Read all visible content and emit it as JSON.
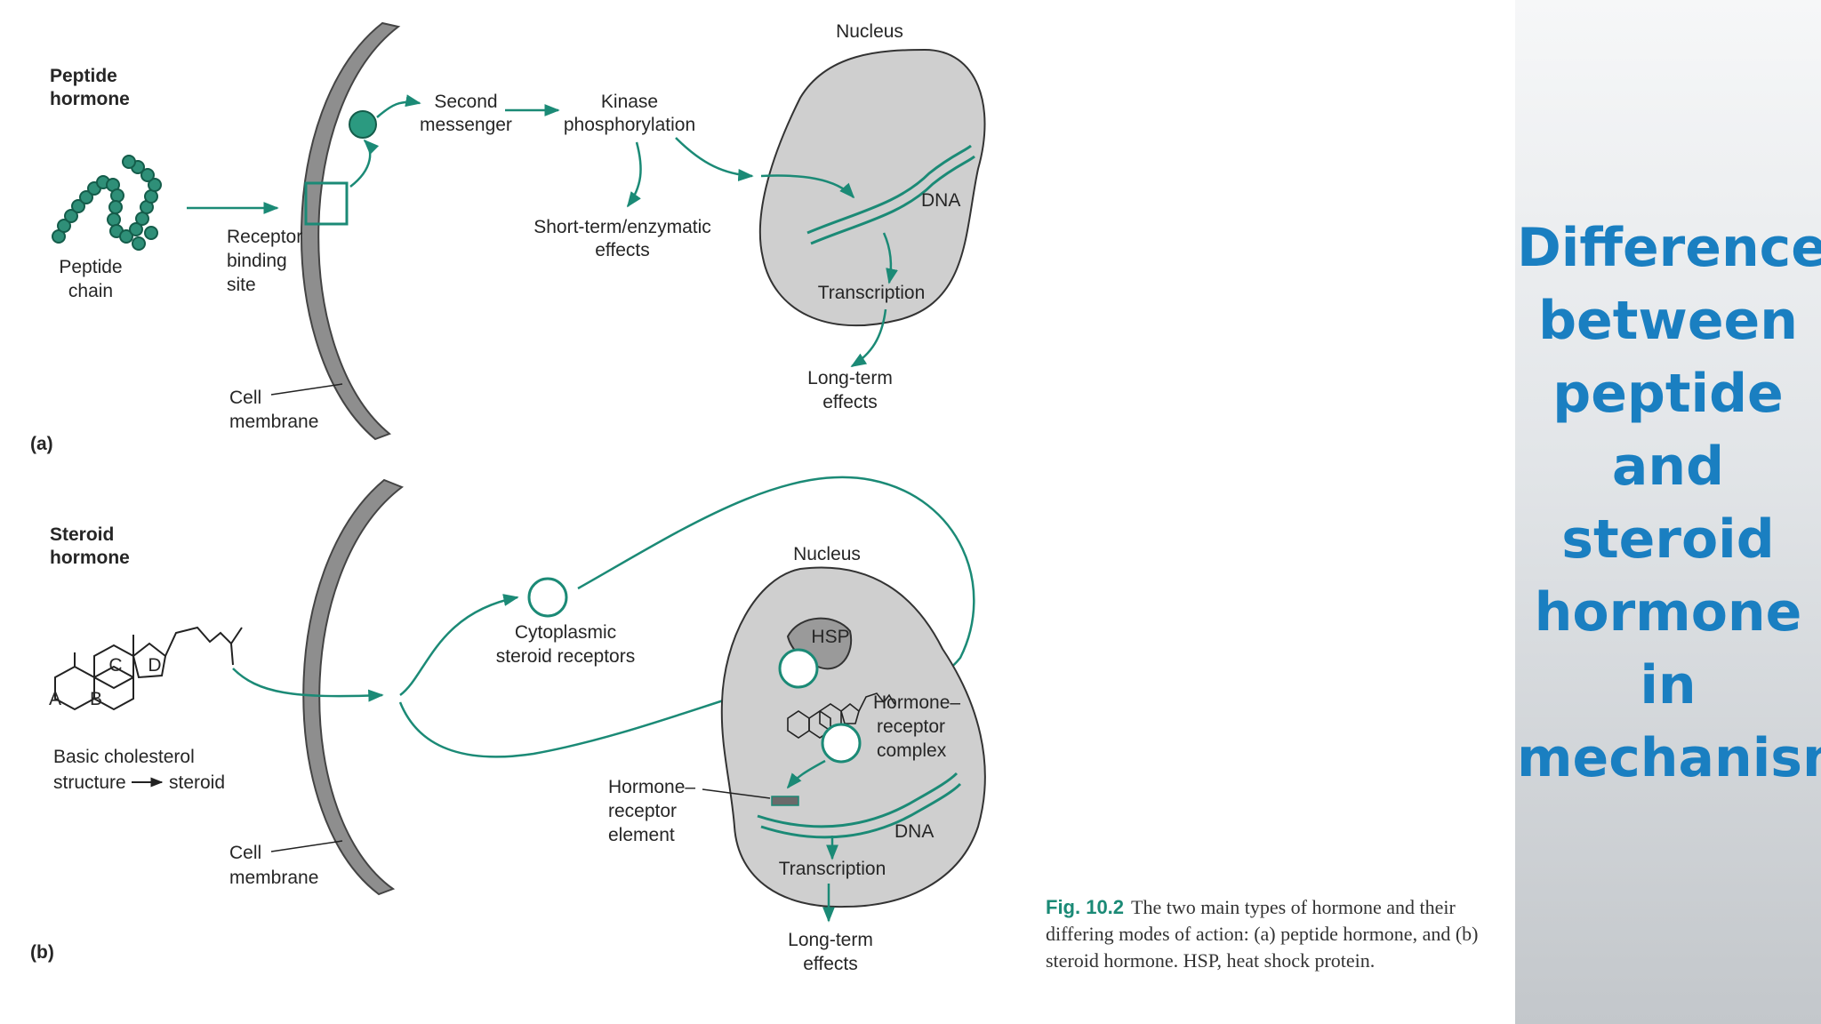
{
  "slide": {
    "title": "Difference between peptide and steroid hormone in mechanism",
    "bg_color": "#eef0f2",
    "title_color": "#1a7fc1"
  },
  "figure": {
    "accent_color": "#1b8a76",
    "panel_a": {
      "tag": "(a)",
      "hormone_line1": "Peptide",
      "hormone_line2": "hormone",
      "peptide_line1": "Peptide",
      "peptide_line2": "chain",
      "receptor_line1": "Receptor",
      "receptor_line2": "binding",
      "receptor_line3": "site",
      "second_line1": "Second",
      "second_line2": "messenger",
      "kinase_line1": "Kinase",
      "kinase_line2": "phosphorylation",
      "short_line1": "Short-term/enzymatic",
      "short_line2": "effects",
      "nucleus": "Nucleus",
      "dna": "DNA",
      "transcription": "Transcription",
      "long_line1": "Long-term",
      "long_line2": "effects",
      "membrane_line1": "Cell",
      "membrane_line2": "membrane"
    },
    "panel_b": {
      "tag": "(b)",
      "hormone_line1": "Steroid",
      "hormone_line2": "hormone",
      "rings": [
        "A",
        "B",
        "C",
        "D"
      ],
      "chol_line1": "Basic cholesterol",
      "chol_line2a": "structure",
      "chol_line2b": "steroid",
      "cyto_line1": "Cytoplasmic",
      "cyto_line2": "steroid receptors",
      "nucleus": "Nucleus",
      "hsp": "HSP",
      "complex_line1": "Hormone–",
      "complex_line2": "receptor",
      "complex_line3": "complex",
      "element_line1": "Hormone–",
      "element_line2": "receptor",
      "element_line3": "element",
      "dna": "DNA",
      "transcription": "Transcription",
      "long_line1": "Long-term",
      "long_line2": "effects",
      "membrane_line1": "Cell",
      "membrane_line2": "membrane"
    },
    "caption": {
      "fig_label": "Fig. 10.2",
      "text": "The two main types of hormone and their differing modes of action: (a) peptide hormone, and (b) steroid hormone. HSP, heat shock protein."
    }
  }
}
